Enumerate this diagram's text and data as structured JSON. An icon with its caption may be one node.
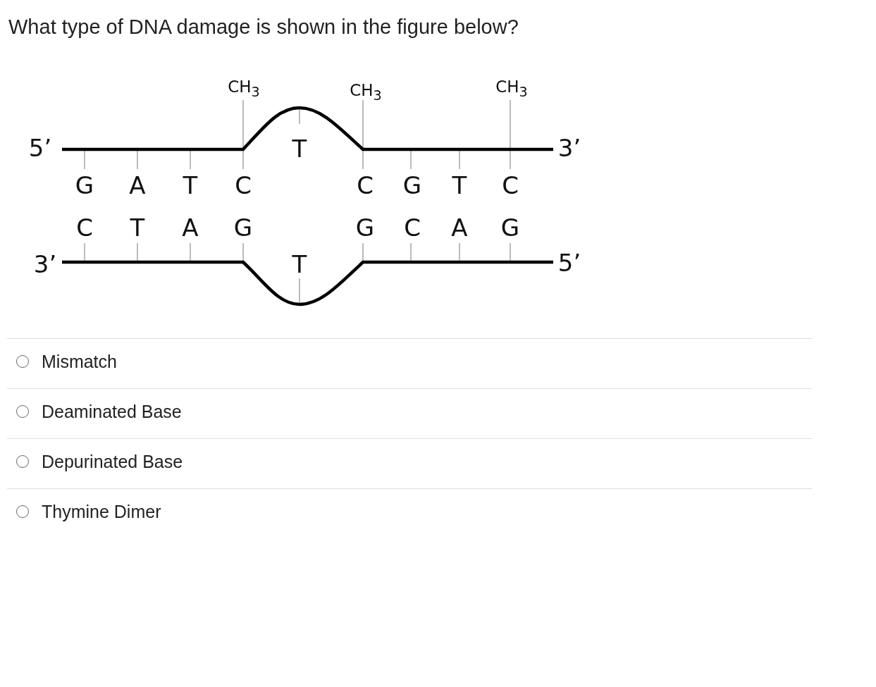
{
  "diagram": {
    "title": "What type of DNA damage is shown in the figure below?",
    "labels": [
      "CH$_{3}$",
      "CH$_{3}$",
      "CH$_{3}$",
      "5’",
      "T",
      "3’",
      "G",
      "A",
      "T",
      "C",
      "C",
      "G",
      "T",
      "C",
      "C",
      "T",
      "A",
      "G",
      "G",
      "C",
      "A",
      "G",
      "3’",
      "T",
      "5’",
      "Mismatch",
      "Deaminated Base",
      "Depurinated Base",
      "Thymine Dimer"
    ]
  }
}
